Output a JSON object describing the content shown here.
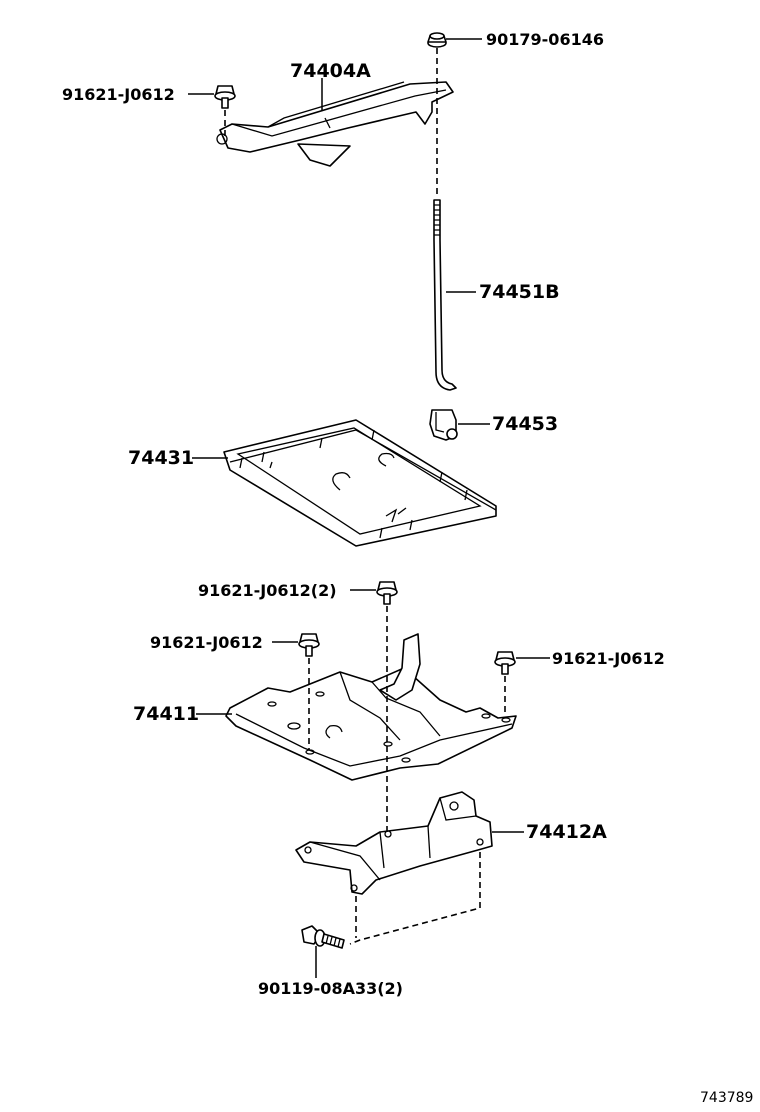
{
  "parts": {
    "nut_top": "90179-06146",
    "bolt_clamp": "91621-J0612",
    "clamp": "74404A",
    "rod": "74451B",
    "rod_clip": "74453",
    "tray": "74431",
    "bolt_center": "91621-J0612(2)",
    "bolt_left": "91621-J0612",
    "bolt_right": "91621-J0612",
    "carrier": "74411",
    "bracket": "74412A",
    "bolt_bottom": "90119-08A33(2)"
  },
  "figure_number": "743789"
}
